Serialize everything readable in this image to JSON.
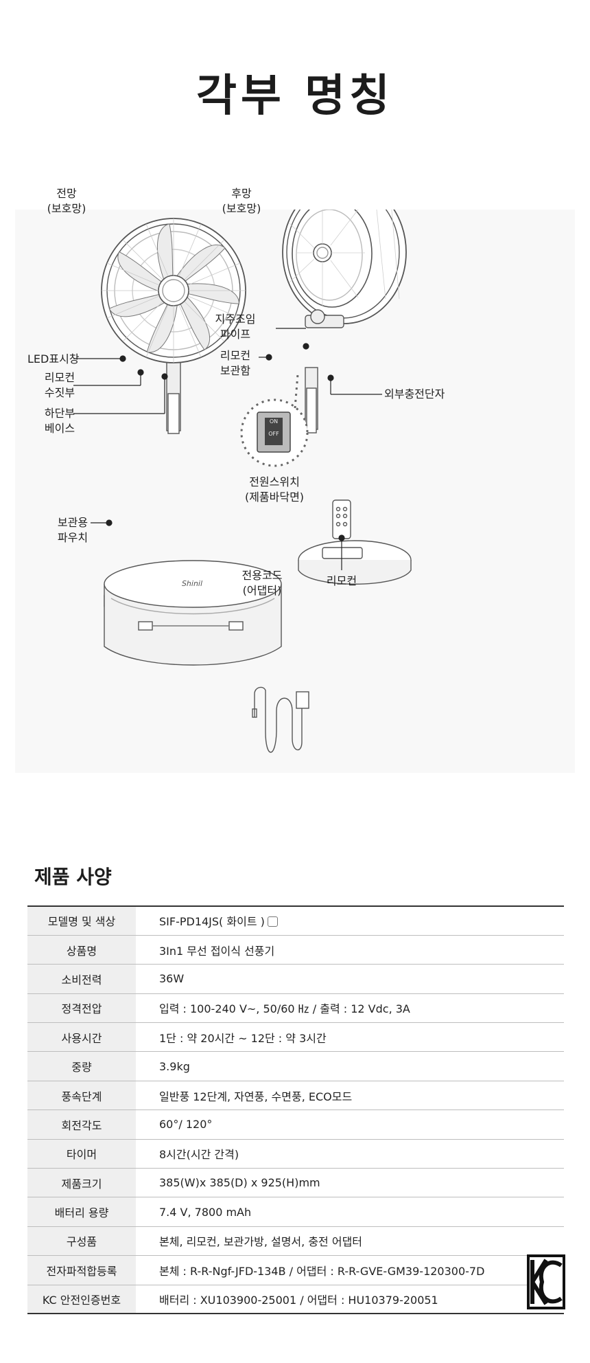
{
  "page_title": "각부 명칭",
  "diagram": {
    "front_guard": [
      "전망",
      "(보호망)"
    ],
    "rear_guard": [
      "후망",
      "(보호망)"
    ],
    "led_display": "LED표시창",
    "remote_holder": [
      "리모컨",
      "수짓부"
    ],
    "base": [
      "하단부",
      "베이스"
    ],
    "pole_pipe": [
      "지주조임",
      "파이프"
    ],
    "remote_storage": [
      "리모컨",
      "보관함"
    ],
    "charging_port": "외부충전단자",
    "power_switch": [
      "전원스위치",
      "(제품바닥면)"
    ],
    "switch_on": "ON",
    "switch_off": "OFF",
    "pouch": [
      "보관용",
      "파우치"
    ],
    "pouch_brand": "Shinil",
    "adapter": [
      "전용코드",
      "(어댑터)"
    ],
    "remote": "리모컨"
  },
  "specs": {
    "heading": "제품 사양",
    "rows": [
      {
        "key": "모델명 및 색상",
        "value": "SIF-PD14JS( 화이트 )"
      },
      {
        "key": "상품명",
        "value": "3In1 무선 접이식 선풍기"
      },
      {
        "key": "소비전력",
        "value": "36W"
      },
      {
        "key": "정격전압",
        "value": "입력 : 100-240 V~, 50/60 ㎐ / 출력 : 12 Vdc, 3A"
      },
      {
        "key": "사용시간",
        "value": "1단 : 약 20시간 ~ 12단 : 약 3시간"
      },
      {
        "key": "중량",
        "value": "3.9kg"
      },
      {
        "key": "풍속단계",
        "value": "일반풍 12단계, 자연풍, 수면풍, ECO모드"
      },
      {
        "key": "회전각도",
        "value": "60°/ 120°"
      },
      {
        "key": "타이머",
        "value": "8시간(시간 간격)"
      },
      {
        "key": "제품크기",
        "value": "385(W)x 385(D) x 925(H)mm"
      },
      {
        "key": "배터리 용량",
        "value": "7.4 V, 7800 mAh"
      },
      {
        "key": "구성품",
        "value": "본체, 리모컨, 보관가방, 설명서, 충전 어댑터"
      },
      {
        "key": "전자파적합등록",
        "value": "본체 : R-R-Ngf-JFD-134B / 어댑터 : R-R-GVE-GM39-120300-7D"
      },
      {
        "key": "KC 안전인증번호",
        "value": "배터리 : XU103900-25001 / 어댑터 : HU10379-20051"
      }
    ]
  },
  "colors": {
    "swatch_white": "#ffffff",
    "line": "#333333",
    "key_cell_bg": "#efefef"
  }
}
